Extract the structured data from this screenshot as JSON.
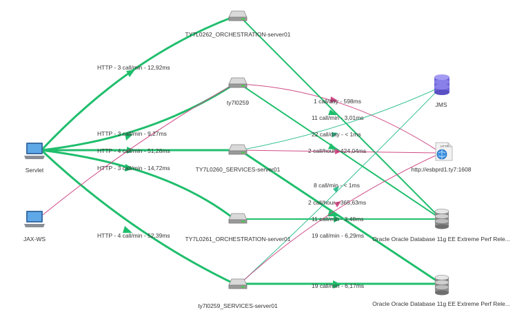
{
  "colors": {
    "green": "#1fbe6c",
    "pink": "#d04a86",
    "teal": "#2fbf8f"
  },
  "nodes": {
    "servlet": {
      "label": "Servlet",
      "icon": "laptop-icon"
    },
    "jaxws": {
      "label": "JAX-WS",
      "icon": "laptop-icon"
    },
    "orch1": {
      "label": "TY7L0262_ORCHESTRATION-server01",
      "icon": "server-icon"
    },
    "ty259": {
      "label": "ty7l0259",
      "icon": "server-icon"
    },
    "services260": {
      "label": "TY7L0260_SERVICES-server01",
      "icon": "server-icon"
    },
    "orch261": {
      "label": "TY7L0261_ORCHESTRATION-server01",
      "icon": "server-icon"
    },
    "services259": {
      "label": "ty7l0259_SERVICES-server01",
      "icon": "server-icon"
    },
    "jms": {
      "label": "JMS",
      "icon": "jms-database-icon"
    },
    "http": {
      "label": "http://esbprd1.ty7:1608",
      "icon": "http-endpoint-icon"
    },
    "db1": {
      "label": "Oracle Oracle Database 11g EE Extreme Perf Rele...",
      "icon": "database-icon"
    },
    "db2": {
      "label": "Oracle Oracle Database 11g EE Extreme Perf Rele...",
      "icon": "database-icon"
    }
  },
  "edge_labels": {
    "e1": "HTTP - 3 call/min - 12,92ms",
    "e2": "HTTP - 3 call/min - 9,27ms",
    "e3": "HTTP - 4 call/min - 51,28ms",
    "e4": "HTTP - 3 call/min - 14,72ms",
    "e5": "HTTP - 4 call/min - 52,39ms",
    "e6": "1 call/day - 598ms",
    "e7": "11 call/min - 3,01ms",
    "e8": "22 call/day - < 1ms",
    "e9": "2 call/hour - 424,04ms",
    "e10": "8 call/min - < 1ms",
    "e11": "2 call/hour - 365,63ms",
    "e12": "11 call/min - 3,48ms",
    "e13": "19 call/min - 6,29ms",
    "e14": "19 call/min - 6,17ms"
  }
}
